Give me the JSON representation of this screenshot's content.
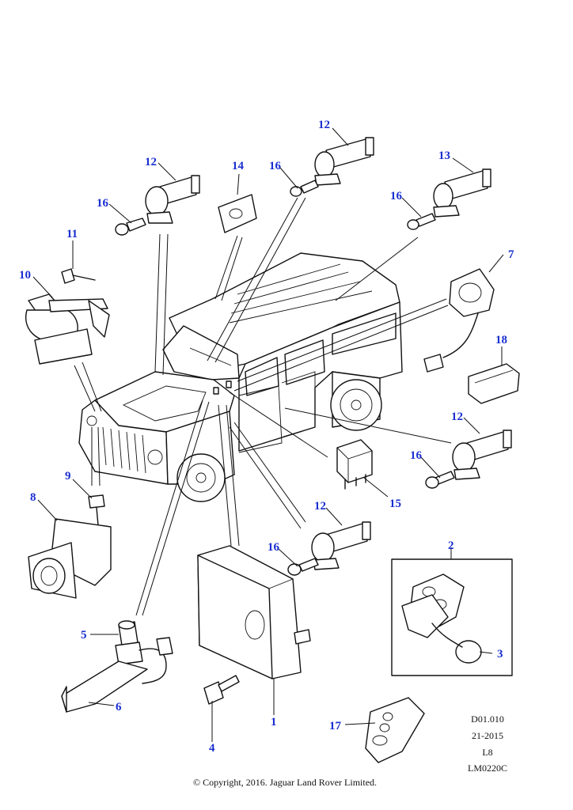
{
  "callouts": {
    "c1": "1",
    "c2": "2",
    "c3": "3",
    "c4": "4",
    "c5": "5",
    "c6": "6",
    "c7": "7",
    "c8": "8",
    "c9": "9",
    "c10": "10",
    "c11": "11",
    "c12a": "12",
    "c12b": "12",
    "c12c": "12",
    "c12d": "12",
    "c13": "13",
    "c14": "14",
    "c15": "15",
    "c16a": "16",
    "c16b": "16",
    "c16c": "16",
    "c16d": "16",
    "c16e": "16",
    "c17": "17",
    "c18": "18"
  },
  "meta": {
    "ref": "D01.010",
    "date": "21-2015",
    "level": "L8",
    "code": "LM0220C"
  },
  "copyright": "© Copyright, 2016. Jaguar Land Rover Limited."
}
